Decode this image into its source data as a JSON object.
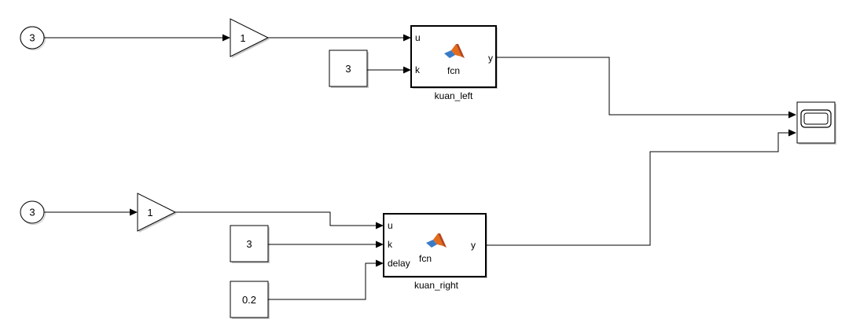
{
  "model": {
    "inports": [
      {
        "id": "inport-top",
        "number": "3"
      },
      {
        "id": "inport-bottom",
        "number": "3"
      }
    ],
    "gains": [
      {
        "id": "gain-top",
        "value": "1"
      },
      {
        "id": "gain-bottom",
        "value": "1"
      }
    ],
    "constants": [
      {
        "id": "constant-k-top",
        "value": "3"
      },
      {
        "id": "constant-k-bottom",
        "value": "3"
      },
      {
        "id": "constant-delay",
        "value": "0.2"
      }
    ],
    "functions": [
      {
        "id": "kuan-left",
        "name": "kuan_left",
        "label": "fcn",
        "inputs": [
          "u",
          "k"
        ],
        "output": "y"
      },
      {
        "id": "kuan-right",
        "name": "kuan_right",
        "label": "fcn",
        "inputs": [
          "u",
          "k",
          "delay"
        ],
        "output": "y"
      }
    ],
    "scope": {
      "icon": "scope-icon"
    },
    "function_icon": "matlab-logo-icon",
    "colors": {
      "line": "#000000",
      "block_fill": "#ffffff",
      "block_shadow": "#c8c8c8",
      "logo_orange": "#e46c1c",
      "logo_blue": "#3a7bc8"
    }
  }
}
